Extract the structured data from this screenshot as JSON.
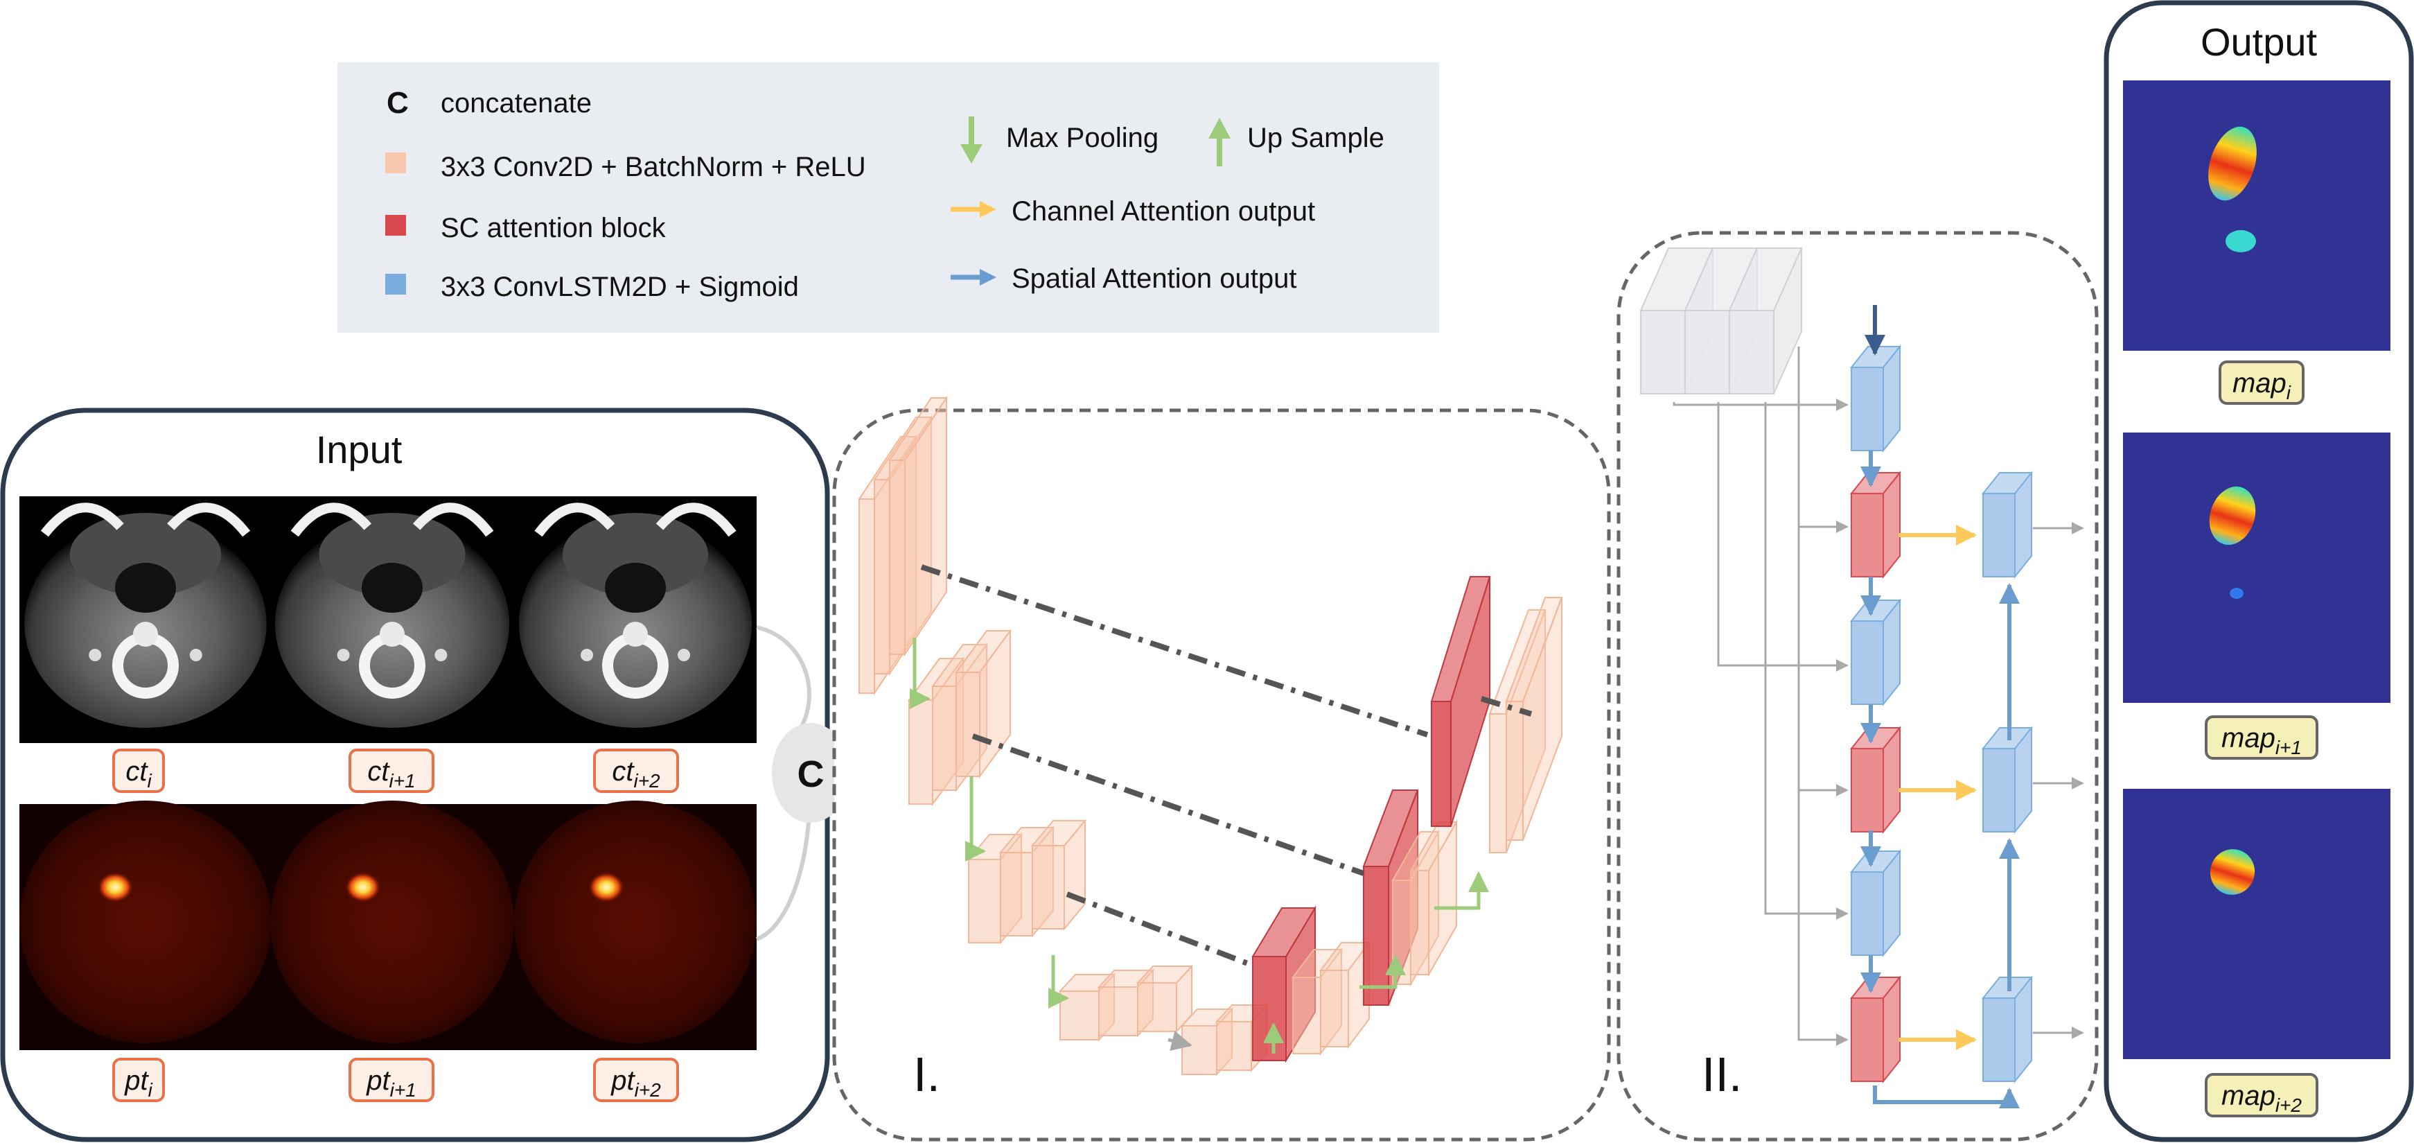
{
  "legend": {
    "concat_symbol": "C",
    "concat_label": "concatenate",
    "conv_label": "3x3 Conv2D + BatchNorm + ReLU",
    "sc_label": "SC attention block",
    "lstm_label": "3x3 ConvLSTM2D + Sigmoid",
    "maxpool_label": "Max Pooling",
    "upsample_label": "Up Sample",
    "channel_label": "Channel Attention output",
    "spatial_label": "Spatial Attention output"
  },
  "colors": {
    "conv": "#f8c8ae",
    "sc": "#d9484e",
    "lstm": "#7aaee0",
    "maxpool_arrow": "#9ccc7a",
    "channel_arrow": "#ffc85a",
    "spatial_arrow": "#6a9cce",
    "legend_bg": "#e9edf1",
    "panel_border": "#2c3b4e"
  },
  "input": {
    "title": "Input",
    "ct_labels": [
      {
        "base": "ct",
        "sub": "i"
      },
      {
        "base": "ct",
        "sub": "i+1"
      },
      {
        "base": "ct",
        "sub": "i+2"
      }
    ],
    "pt_labels": [
      {
        "base": "pt",
        "sub": "i"
      },
      {
        "base": "pt",
        "sub": "i+1"
      },
      {
        "base": "pt",
        "sub": "i+2"
      }
    ]
  },
  "concat_node": "C",
  "unet": {
    "label": "I."
  },
  "lstm_block": {
    "label": "II."
  },
  "output": {
    "title": "Output",
    "map_labels": [
      {
        "base": "map",
        "sub": "i"
      },
      {
        "base": "map",
        "sub": "i+1"
      },
      {
        "base": "map",
        "sub": "i+2"
      }
    ]
  }
}
